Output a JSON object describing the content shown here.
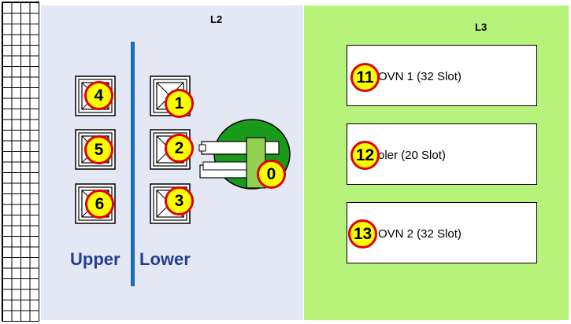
{
  "zones": {
    "l2_label": "L2",
    "l3_label": "L3",
    "l2_color": "#e3e8f4",
    "l3_color": "#b7f27a"
  },
  "sides": {
    "upper_label": "Upper",
    "lower_label": "Lower",
    "divider_color": "#1b6bb5"
  },
  "markers": {
    "robot": "0",
    "lower": [
      "1",
      "2",
      "3"
    ],
    "upper": [
      "4",
      "5",
      "6"
    ],
    "devices": [
      "11",
      "12",
      "13"
    ],
    "fill_color": "#ffff00",
    "ring_color": "#e00000"
  },
  "devices": [
    {
      "label": "OVN 1 (32 Slot)"
    },
    {
      "label": "oler (20 Slot)"
    },
    {
      "label": "OVN 2 (32 Slot)"
    }
  ],
  "icons": {
    "rack": "rack-grid-icon",
    "slot": "nest-slot-icon",
    "robot": "robot-arm-icon"
  }
}
